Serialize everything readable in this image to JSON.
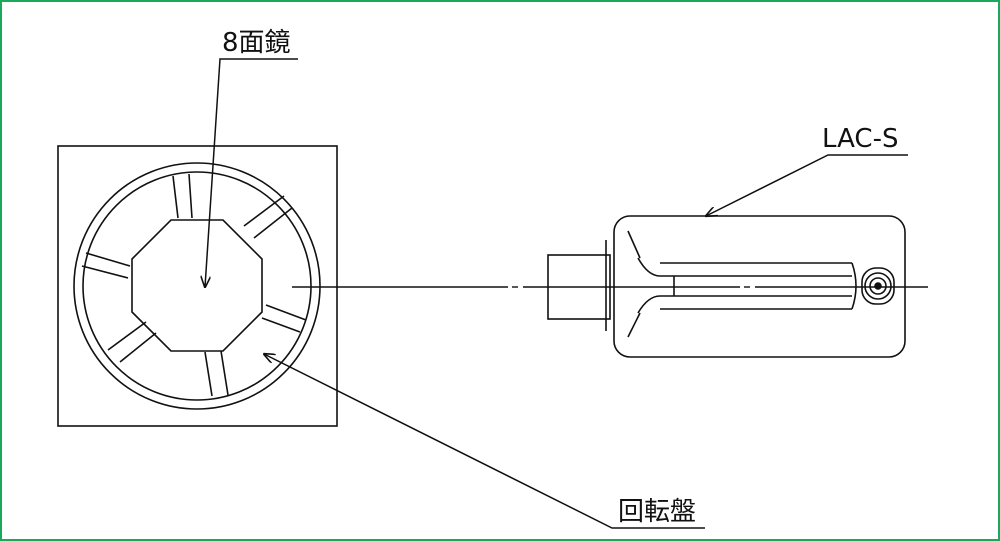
{
  "labels": {
    "mirror": "8面鏡",
    "sensor": "LAC-S",
    "turntable": "回転盤"
  },
  "colors": {
    "border": "#1aa85a",
    "line": "#111111",
    "background": "#ffffff"
  }
}
